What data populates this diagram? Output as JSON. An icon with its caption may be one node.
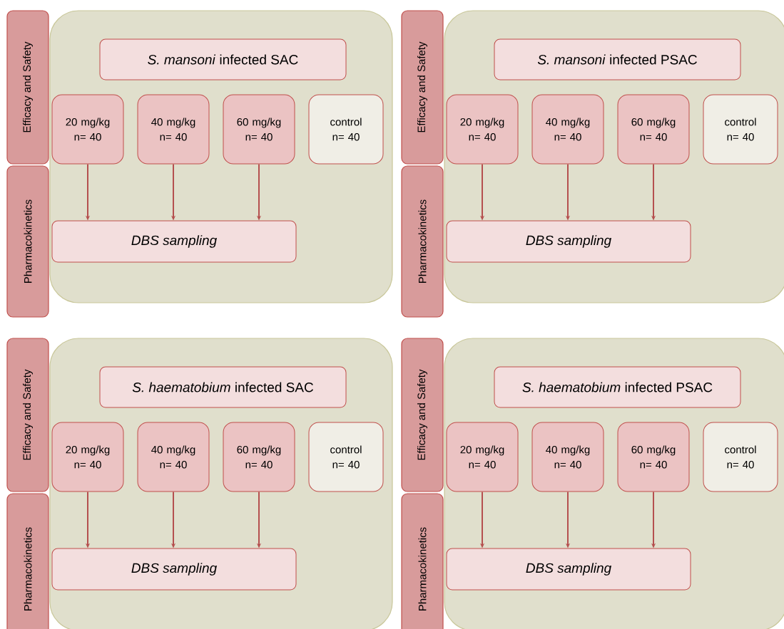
{
  "diagram": {
    "nodes": [
      {
        "text": [],
        "shape": "box"
      },
      {
        "text": [
          "Efficacy and Safety"
        ]
      },
      {
        "text": [
          "Pharmacokinetics"
        ]
      },
      {
        "text": [
          "*S. mansoni* infected SAC"
        ],
        "in": 0
      },
      {
        "text": [
          "20 mg/kg n= 40"
        ],
        "in": 0
      },
      {
        "text": [
          "40 mg/kg n= 40"
        ],
        "in": 0
      },
      {
        "text": [
          "60 mg/kg n= 40"
        ],
        "in": 0
      },
      {
        "text": [
          "control n= 40"
        ],
        "in": 0
      },
      {
        "text": [
          "DBS sampling"
        ],
        "in": 0
      },
      {
        "text": [],
        "shape": "box"
      },
      {
        "text": [
          "Efficacy and Safety"
        ]
      },
      {
        "text": [
          "Pharmacokinetics"
        ]
      },
      {
        "text": [
          "*S. mansoni* infected PSAC"
        ],
        "in": 9
      },
      {
        "text": [
          "20 mg/kg n= 40"
        ],
        "in": 9
      },
      {
        "text": [
          "40 mg/kg n= 40"
        ],
        "in": 9
      },
      {
        "text": [
          "60 mg/kg n= 40"
        ],
        "in": 9
      },
      {
        "text": [
          "control n= 40"
        ],
        "in": 9
      },
      {
        "text": [
          "DBS sampling"
        ],
        "in": 9
      },
      {
        "text": [],
        "shape": "box"
      },
      {
        "text": [
          "Efficacy and Safety"
        ]
      },
      {
        "text": [
          "Pharmacokinetics"
        ]
      },
      {
        "text": [
          "*S. haematobium* infected SAC"
        ],
        "in": 18
      },
      {
        "text": [
          "20 mg/kg n= 40"
        ],
        "in": 18
      },
      {
        "text": [
          "40 mg/kg n= 40"
        ],
        "in": 18
      },
      {
        "text": [
          "60 mg/kg n= 40"
        ],
        "in": 18
      },
      {
        "text": [
          "control n= 40"
        ],
        "in": 18
      },
      {
        "text": [
          "DBS sampling"
        ],
        "in": 18
      },
      {
        "text": [],
        "shape": "box"
      },
      {
        "text": [
          "Efficacy and Safety"
        ]
      },
      {
        "text": [
          "Pharmacokinetics"
        ]
      },
      {
        "text": [
          "*S. haematobium* infected PSAC"
        ],
        "in": 27
      },
      {
        "text": [
          "20 mg/kg n= 40"
        ],
        "in": 27
      },
      {
        "text": [
          "40 mg/kg n= 40"
        ],
        "in": 27
      },
      {
        "text": [
          "60 mg/kg n= 40"
        ],
        "in": 27
      },
      {
        "text": [
          "control n= 40"
        ],
        "in": 27
      },
      {
        "text": [
          "DBS sampling"
        ],
        "in": 27
      }
    ],
    "edges": [
      {
        "from": 4,
        "to": 8,
        "arrow": "to"
      },
      {
        "from": 5,
        "to": 8,
        "arrow": "to"
      },
      {
        "from": 6,
        "to": 8,
        "arrow": "to"
      },
      {
        "from": 13,
        "to": 17,
        "arrow": "to"
      },
      {
        "from": 14,
        "to": 17,
        "arrow": "to"
      },
      {
        "from": 15,
        "to": 17,
        "arrow": "to"
      },
      {
        "from": 22,
        "to": 26,
        "arrow": "to"
      },
      {
        "from": 23,
        "to": 26,
        "arrow": "to"
      },
      {
        "from": 24,
        "to": 26,
        "arrow": "to"
      },
      {
        "from": 31,
        "to": 35,
        "arrow": "to"
      },
      {
        "from": 32,
        "to": 35,
        "arrow": "to"
      },
      {
        "from": 33,
        "to": 35,
        "arrow": "to"
      }
    ]
  }
}
